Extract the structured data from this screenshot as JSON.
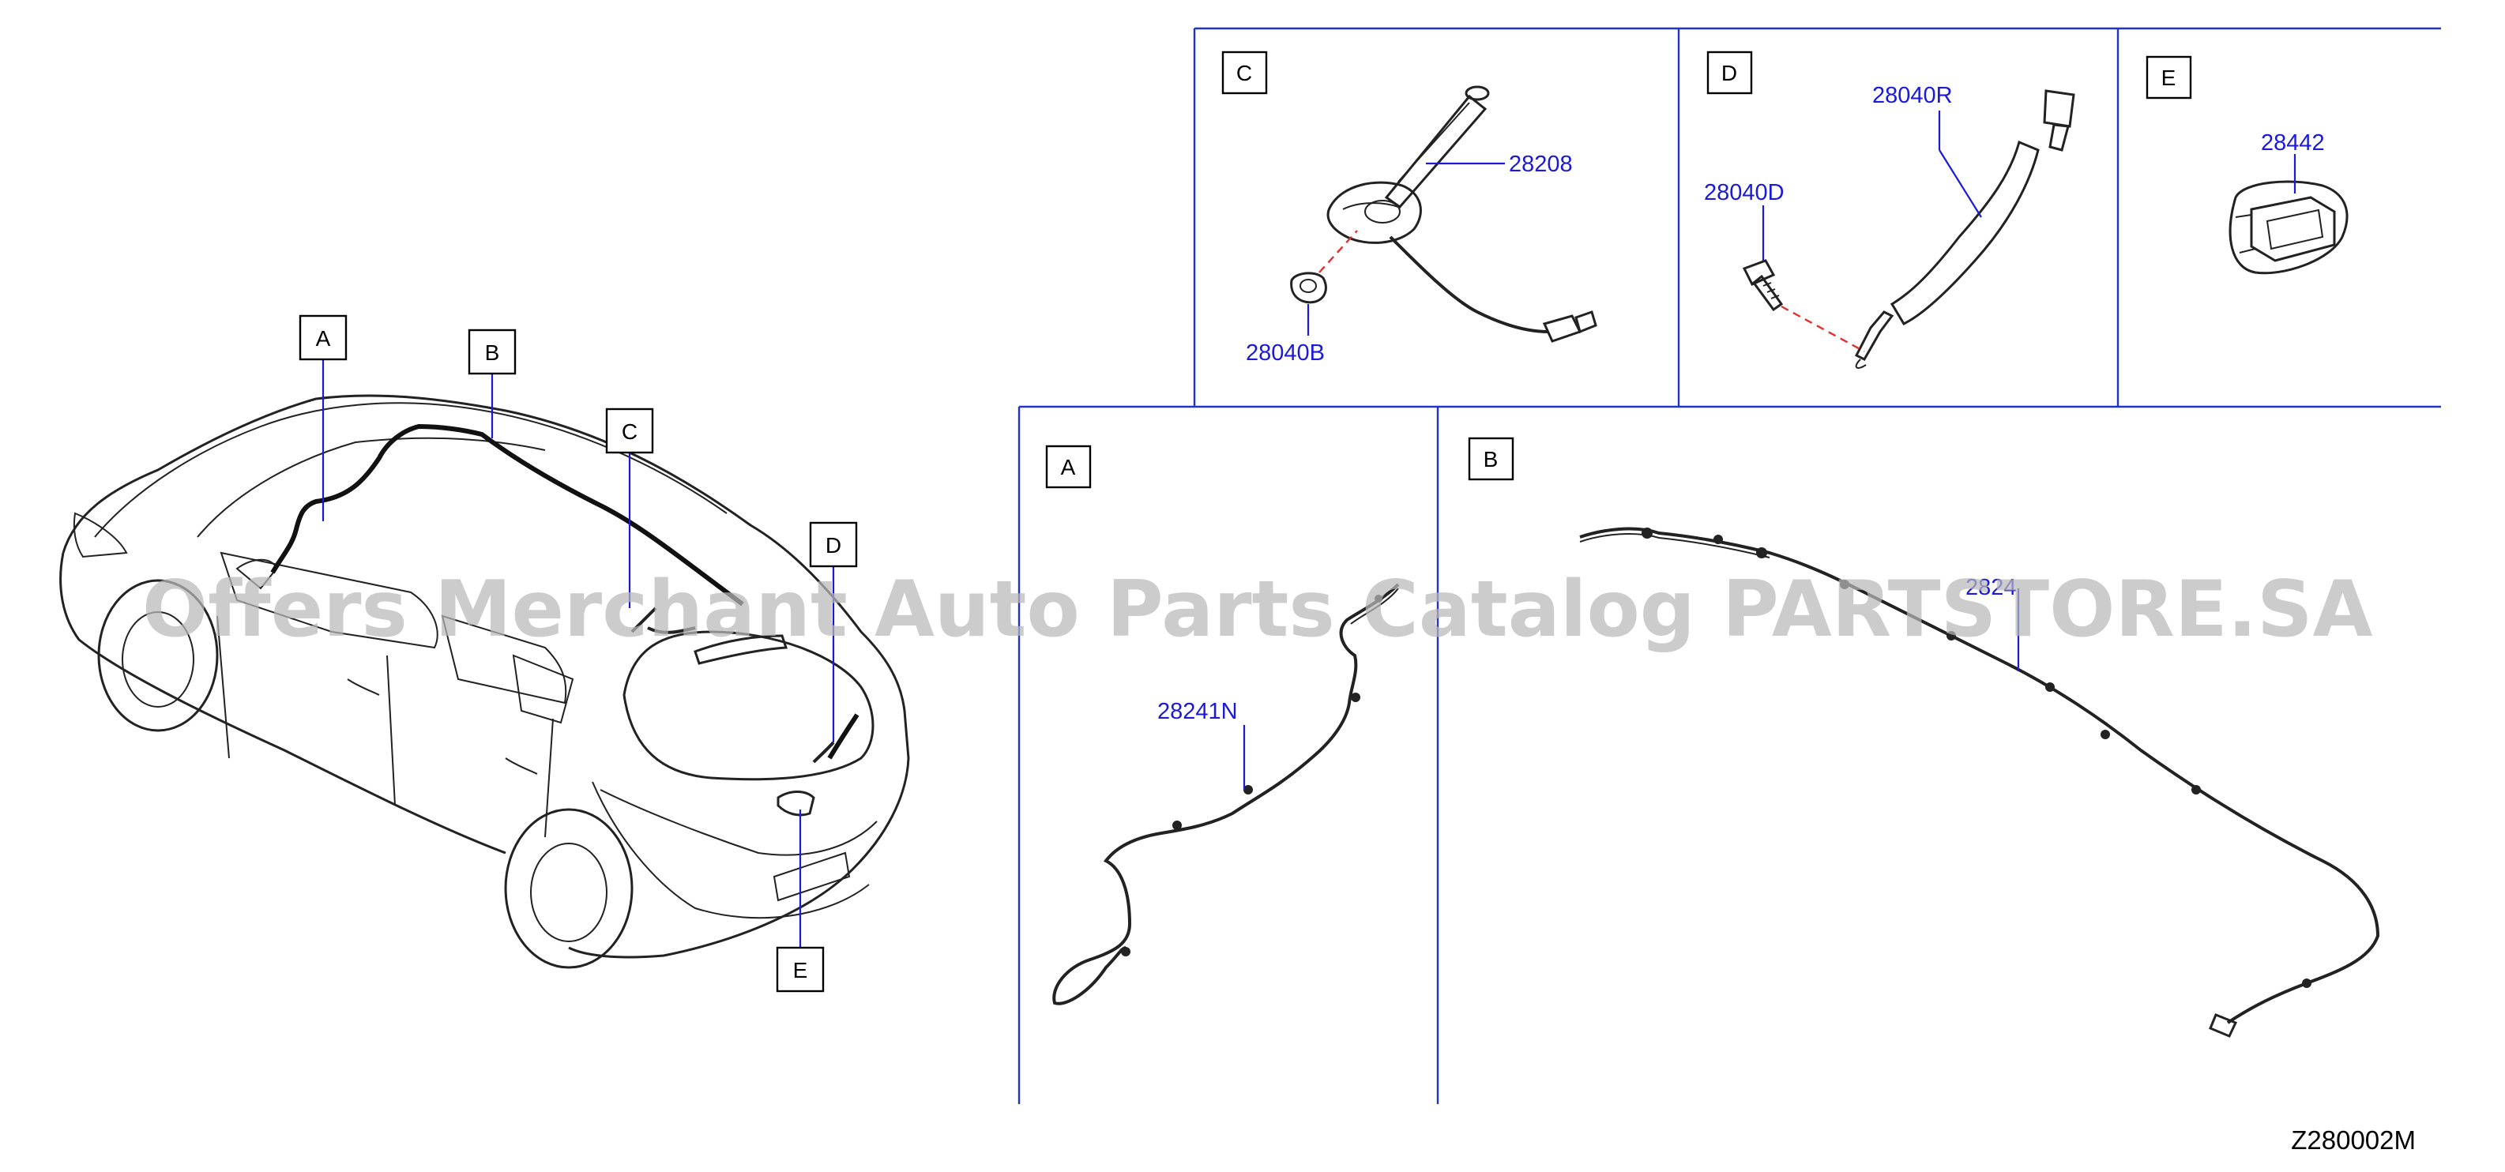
{
  "callouts": {
    "car_A": "A",
    "car_B": "B",
    "car_C": "C",
    "car_D": "D",
    "car_E": "E",
    "panel_C": "C",
    "panel_D": "D",
    "panel_E": "E",
    "panel_A": "A",
    "panel_B": "B"
  },
  "parts": {
    "antenna": "28208",
    "antenna_nut": "28040B",
    "feeder_cable": "28040R",
    "bolt": "28040D",
    "module": "28442",
    "feeder_A": "28241N",
    "feeder_B": "2824"
  },
  "watermark": "Offers Merchant Auto Parts Catalog PARTSTORE.SA",
  "diagram_ref": "Z280002M",
  "colors": {
    "frame": "#2233cc",
    "part_number": "#1a1ad8",
    "dashed_leader": "#e03030"
  }
}
